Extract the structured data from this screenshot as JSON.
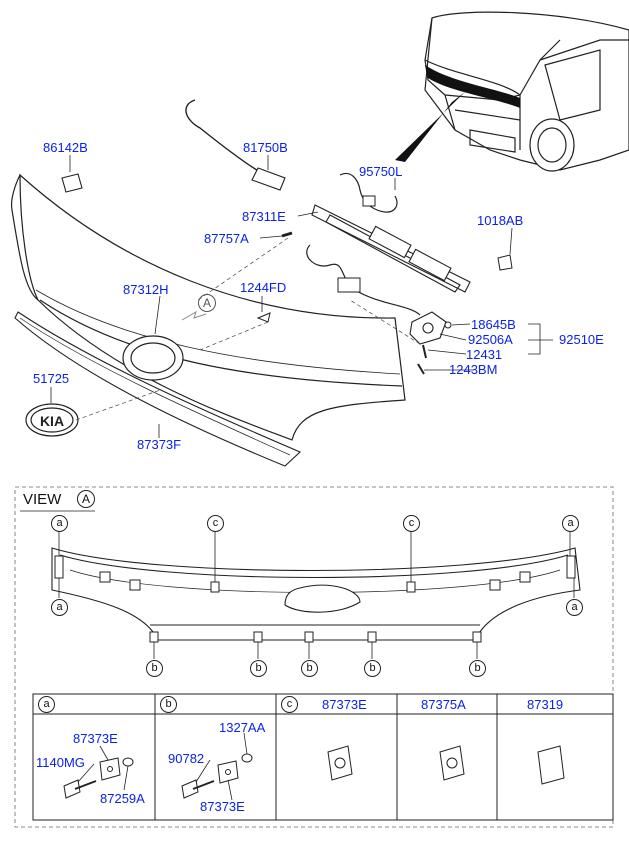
{
  "view": {
    "title": "VIEW",
    "ref": "A",
    "marker_a": "a",
    "marker_b": "b",
    "marker_c": "c"
  },
  "part_numbers": {
    "p86142B": "86142B",
    "p81750B": "81750B",
    "p95750L": "95750L",
    "p87311E": "87311E",
    "p1018AB": "1018AB",
    "p87757A": "87757A",
    "p87312H": "87312H",
    "p1244FD": "1244FD",
    "p18645B": "18645B",
    "p92506A": "92506A",
    "p92510E": "92510E",
    "p12431": "12431",
    "p1243BM": "1243BM",
    "p51725": "51725",
    "p87373F": "87373F"
  },
  "table": {
    "col_a_marker": "a",
    "col_b_marker": "b",
    "col_c_marker": "c",
    "col_c_part": "87373E",
    "col_d_part": "87375A",
    "col_e_part": "87319",
    "cell_a": {
      "p1": "87373E",
      "p2": "1140MG",
      "p3": "87259A"
    },
    "cell_b": {
      "p1": "1327AA",
      "p2": "90782",
      "p3": "87373E"
    }
  },
  "colors": {
    "label": "#0b22e8",
    "line": "#222222",
    "frame": "#888888"
  }
}
